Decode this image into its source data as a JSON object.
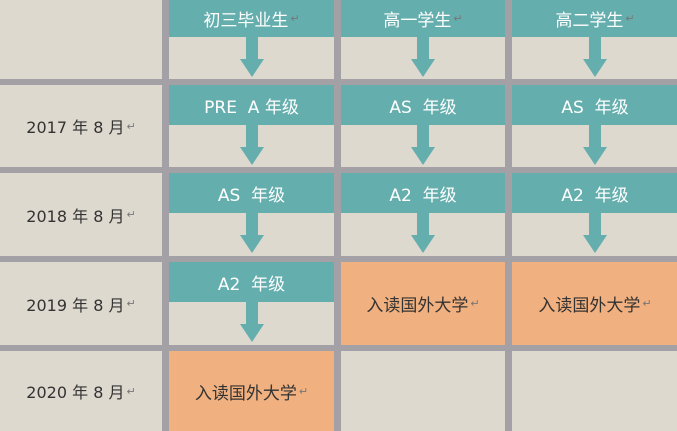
{
  "columns": [
    {
      "label": "初三毕业生"
    },
    {
      "label": "高一学生"
    },
    {
      "label": "高二学生"
    }
  ],
  "rows": [
    {
      "date": "2017 年 8 月",
      "cells": [
        {
          "type": "grade",
          "label": "PRE  A 年级"
        },
        {
          "type": "grade",
          "label": "AS  年级"
        },
        {
          "type": "grade",
          "label": "AS  年级"
        }
      ]
    },
    {
      "date": "2018 年 8 月",
      "cells": [
        {
          "type": "grade",
          "label": "AS  年级"
        },
        {
          "type": "grade",
          "label": "A2  年级"
        },
        {
          "type": "grade",
          "label": "A2  年级"
        }
      ]
    },
    {
      "date": "2019 年 8 月",
      "cells": [
        {
          "type": "grade",
          "label": "A2  年级"
        },
        {
          "type": "dest",
          "label": "入读国外大学"
        },
        {
          "type": "dest",
          "label": "入读国外大学"
        }
      ]
    },
    {
      "date": "2020 年 8 月",
      "cells": [
        {
          "type": "dest",
          "label": "入读国外大学"
        },
        {
          "type": "empty",
          "label": ""
        },
        {
          "type": "empty",
          "label": ""
        }
      ]
    }
  ],
  "paragraph_mark": "↵",
  "colors": {
    "teal": "#65aeae",
    "orange": "#f0b07f",
    "cell": "#ddd9ce",
    "grid": "#a3a1a6"
  }
}
